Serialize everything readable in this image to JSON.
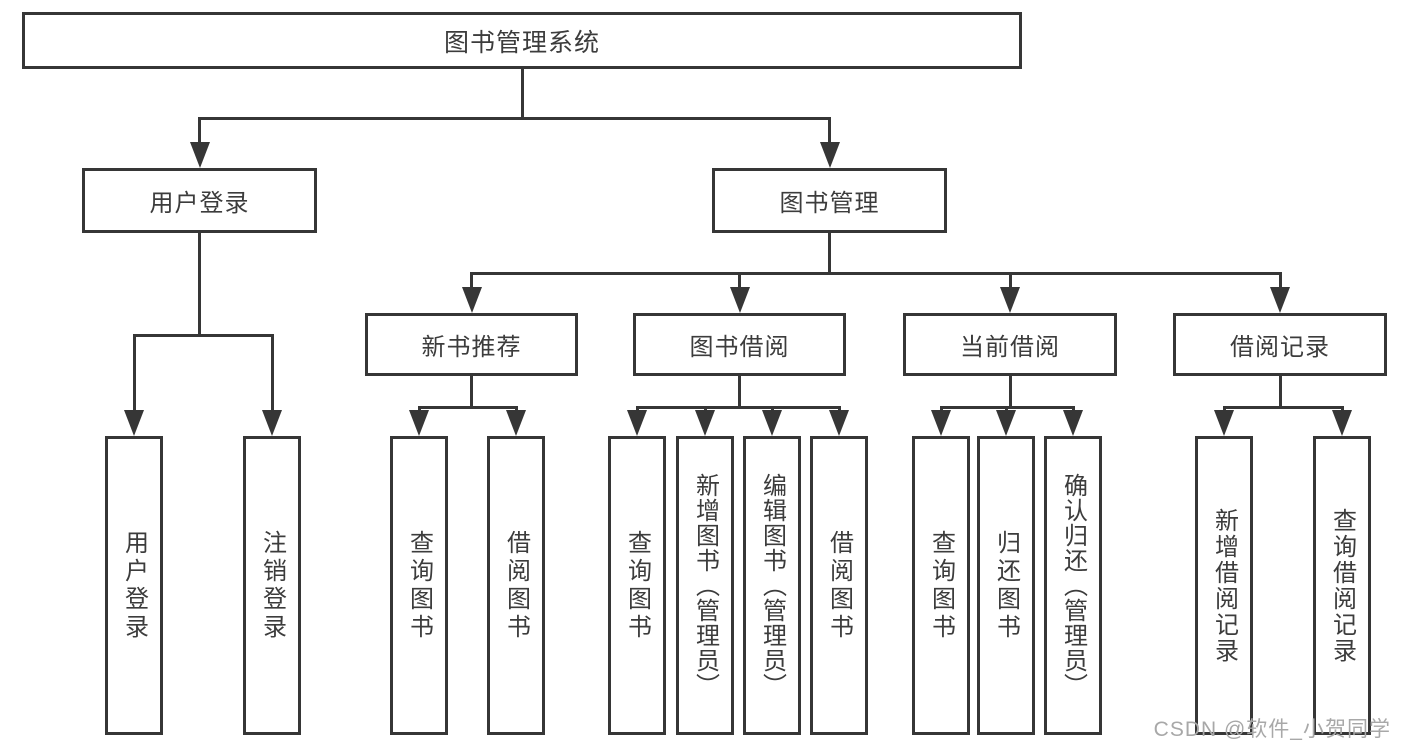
{
  "diagram": {
    "root": {
      "label": "图书管理系统"
    },
    "level2": {
      "user_login": {
        "label": "用户登录"
      },
      "book_management": {
        "label": "图书管理"
      }
    },
    "level3": {
      "new_book_recommendation": {
        "label": "新书推荐"
      },
      "book_borrowing": {
        "label": "图书借阅"
      },
      "current_borrowing": {
        "label": "当前借阅"
      },
      "borrowing_records": {
        "label": "借阅记录"
      }
    },
    "leaves": {
      "user_login": {
        "label": "用户登录"
      },
      "logout": {
        "label": "注销登录"
      },
      "nb_query_books": {
        "label": "查询图书"
      },
      "nb_borrow_books": {
        "label": "借阅图书"
      },
      "bb_query_books": {
        "label": "查询图书"
      },
      "bb_add_books_admin": {
        "label": "新增图书（管理员）"
      },
      "bb_edit_books_admin": {
        "label": "编辑图书（管理员）"
      },
      "bb_borrow_books": {
        "label": "借阅图书"
      },
      "cb_query_books": {
        "label": "查询图书"
      },
      "cb_return_books": {
        "label": "归还图书"
      },
      "cb_confirm_return_admin": {
        "label": "确认归还（管理员）"
      },
      "br_add_record": {
        "label": "新增借阅记录"
      },
      "br_query_record": {
        "label": "查询借阅记录"
      }
    }
  },
  "watermark": {
    "text": "CSDN @软件_小贺同学"
  },
  "colors": {
    "line": "#363636",
    "text": "#3c3c3c",
    "watermark": "#a8a8a8",
    "background": "#ffffff"
  }
}
